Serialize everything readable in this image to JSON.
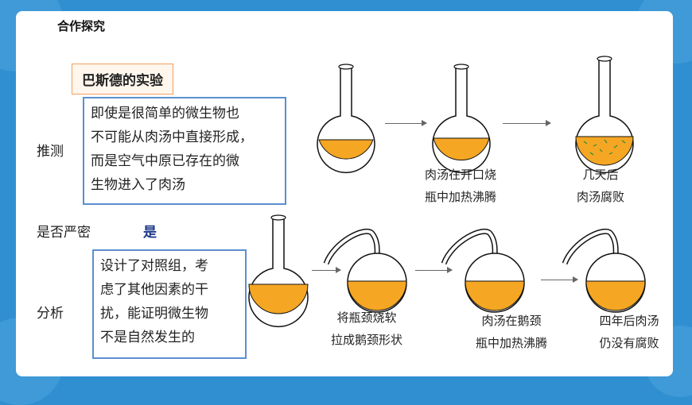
{
  "section_title": "合作探究",
  "experiment_title": "巴斯德的实验",
  "hypothesis": {
    "label": "推测",
    "lines": [
      "即使是很简单的微生物也",
      "不可能从肉汤中直接形成，",
      "而是空气中原已存在的微",
      "生物进入了肉汤"
    ]
  },
  "rigorous": {
    "label": "是否严密",
    "answer": "是"
  },
  "analysis": {
    "label": "分析",
    "lines": [
      "设计了对照组，考",
      "虑了其他因素的干",
      "扰，能证明微生物",
      "不是自然发生的"
    ]
  },
  "captions": {
    "open_boil": [
      "肉汤在开口烧",
      "瓶中加热沸腾"
    ],
    "days_later": [
      "几天后",
      "肉汤腐败"
    ],
    "make_swan": [
      "将瓶颈烧软",
      "拉成鹅颈形状"
    ],
    "swan_boil": [
      "肉汤在鹅颈",
      "瓶中加热沸腾"
    ],
    "years_later": [
      "四年后肉汤",
      "仍没有腐败"
    ]
  },
  "colors": {
    "broth": "#f5a623",
    "accent_border": "#5b8fcf",
    "background": "#2f8fd0"
  }
}
